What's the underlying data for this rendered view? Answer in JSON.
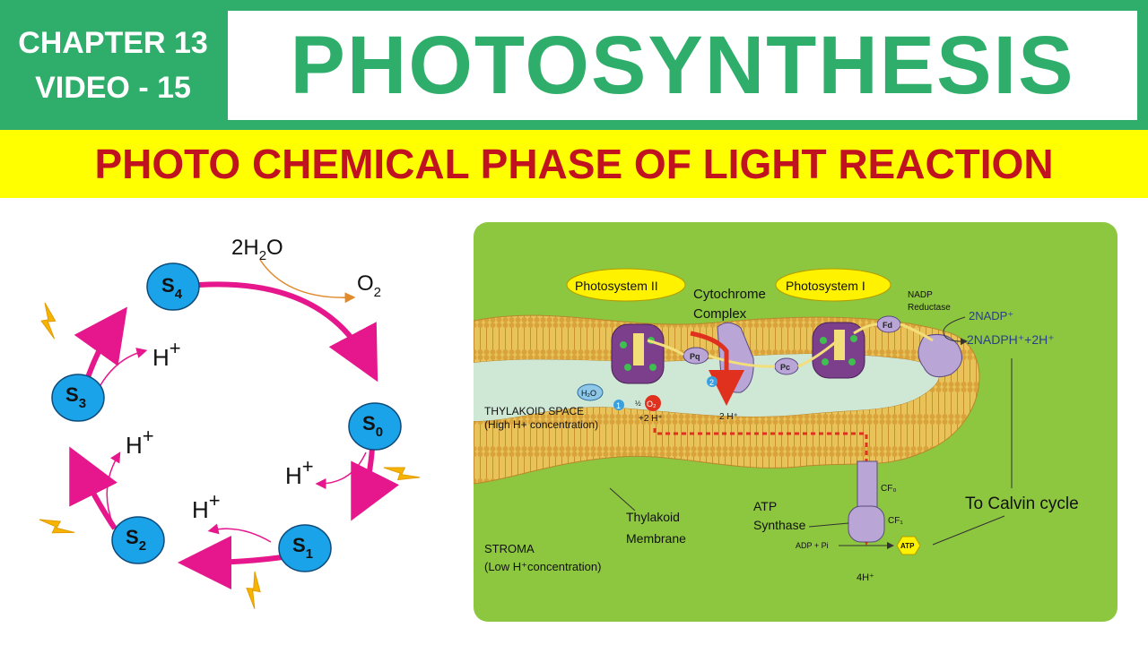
{
  "header": {
    "chapter": "CHAPTER 13",
    "video": "VIDEO - 15",
    "title": "PHOTOSYNTHESIS",
    "subtitle": "PHOTO CHEMICAL PHASE OF LIGHT REACTION"
  },
  "cycle": {
    "states": [
      {
        "name": "S",
        "sub": "4"
      },
      {
        "name": "S",
        "sub": "0"
      },
      {
        "name": "S",
        "sub": "1"
      },
      {
        "name": "S",
        "sub": "2"
      },
      {
        "name": "S",
        "sub": "3"
      }
    ],
    "water": {
      "pre": "2H",
      "sub": "2",
      "post": "O"
    },
    "oxygen": {
      "pre": "O",
      "sub": "2"
    },
    "proton": {
      "base": "H",
      "sup": "+"
    },
    "colors": {
      "state_fill": "#1aa3e8",
      "arrow": "#e6168c",
      "flash": "#f5b400",
      "o2_arrow": "#e08a2c"
    }
  },
  "membrane": {
    "photosystem2": "Photosystem II",
    "photosystem1": "Photosystem I",
    "cytochrome": [
      "Cytochrome",
      "Complex"
    ],
    "nadp_reductase": [
      "NADP",
      "Reductase"
    ],
    "fd": "Fd",
    "pq": "Pq",
    "pc": "Pc",
    "h2o": "H₂O",
    "half_o2": "½",
    "o2": "O₂",
    "num1": "1",
    "num2": "2",
    "plus2h": "+2 H⁺",
    "two_h": "2 H⁺",
    "nadp_in": "2NADP⁺",
    "nadph_out": "2NADPH⁺+2H⁺",
    "thylakoid_space": [
      "THYLAKOID SPACE",
      "(High H+ concentration)"
    ],
    "thylakoid_membrane": [
      "Thylakoid",
      "Membrane"
    ],
    "stroma": [
      "STROMA",
      "(Low H⁺concentration)"
    ],
    "atp_synthase": [
      "ATP",
      "Synthase"
    ],
    "cf0": "CF₀",
    "cf1": "CF₁",
    "adp_pi": "ADP + Pi",
    "atp": "ATP",
    "four_h": "4H⁺",
    "calvin": "To Calvin cycle",
    "colors": {
      "panel": "#8dc63f",
      "lumen": "#cfe8d6",
      "lipid": "#e8c35a",
      "protein": "#7b3f8c",
      "callout": "#fff200",
      "arrow": "#e0301e"
    }
  }
}
